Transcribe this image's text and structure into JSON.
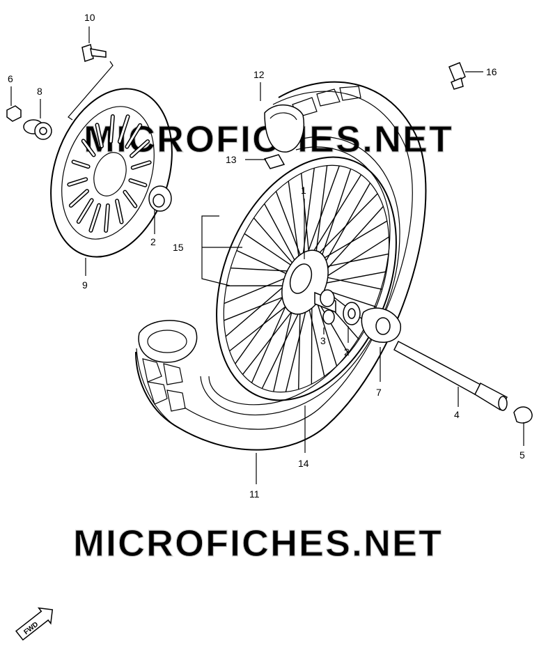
{
  "watermarks": [
    "MICROFICHES.NET",
    "MICROFICHES.NET"
  ],
  "fwd_label": "FWD",
  "callouts": [
    {
      "id": "c1",
      "label": "1"
    },
    {
      "id": "c2a",
      "label": "2"
    },
    {
      "id": "c2b",
      "label": "2"
    },
    {
      "id": "c3",
      "label": "3"
    },
    {
      "id": "c4",
      "label": "4"
    },
    {
      "id": "c5",
      "label": "5"
    },
    {
      "id": "c6",
      "label": "6"
    },
    {
      "id": "c7",
      "label": "7"
    },
    {
      "id": "c8",
      "label": "8"
    },
    {
      "id": "c9",
      "label": "9"
    },
    {
      "id": "c10",
      "label": "10"
    },
    {
      "id": "c11",
      "label": "11"
    },
    {
      "id": "c12",
      "label": "12"
    },
    {
      "id": "c13",
      "label": "13"
    },
    {
      "id": "c14",
      "label": "14"
    },
    {
      "id": "c15",
      "label": "15"
    },
    {
      "id": "c16",
      "label": "16"
    }
  ]
}
